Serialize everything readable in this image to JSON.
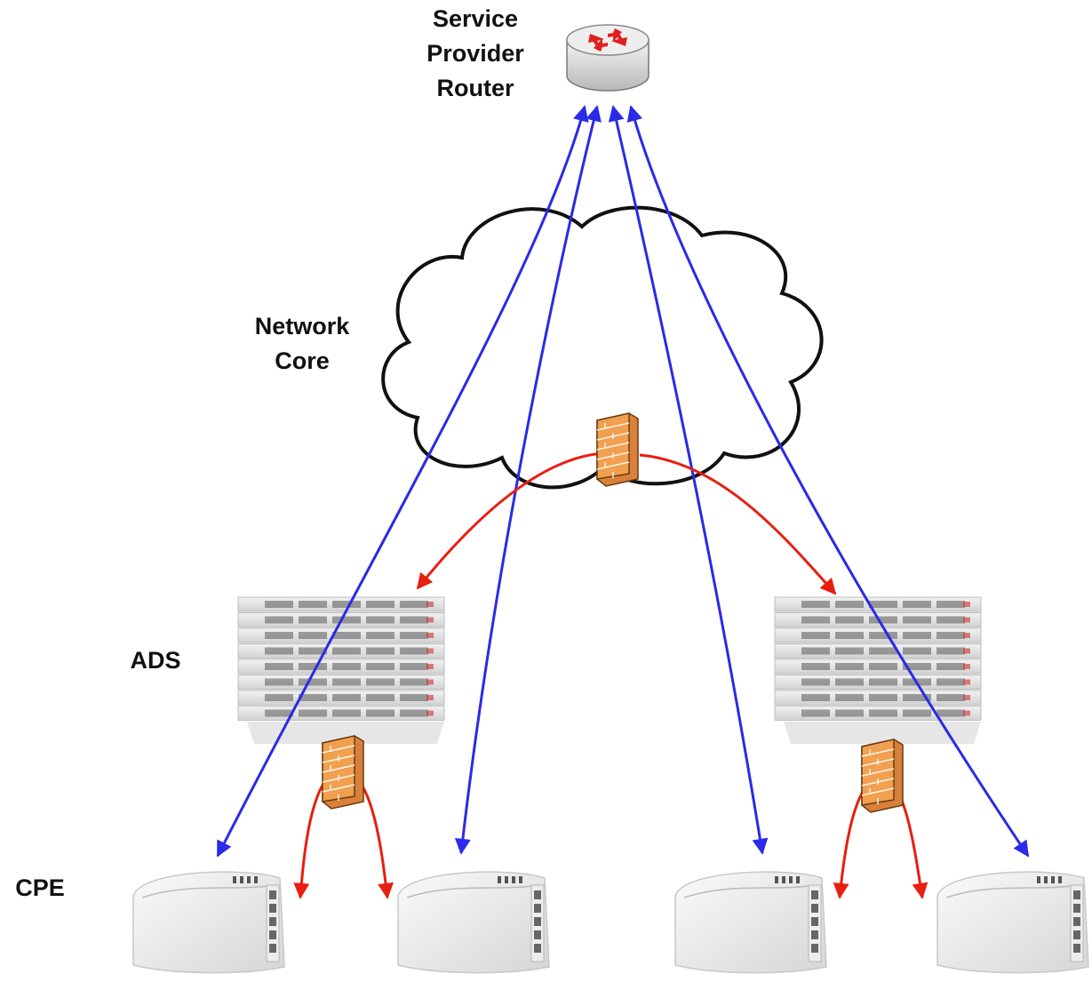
{
  "labels": {
    "router_line1": "Service",
    "router_line2": "Provider",
    "router_line3": "Router",
    "core_line1": "Network",
    "core_line2": "Core",
    "ads": "ADS",
    "cpe": "CPE"
  },
  "colors": {
    "blue_link": "#2a2ae8",
    "red_link": "#e81e10",
    "firewall": "#f0a050",
    "router_arrows": "#e02020"
  },
  "icons": {
    "router": "router-icon",
    "firewall": "firewall-icon",
    "switch": "switch-stack-icon",
    "cpe": "cpe-device-icon",
    "cloud": "cloud-icon"
  }
}
